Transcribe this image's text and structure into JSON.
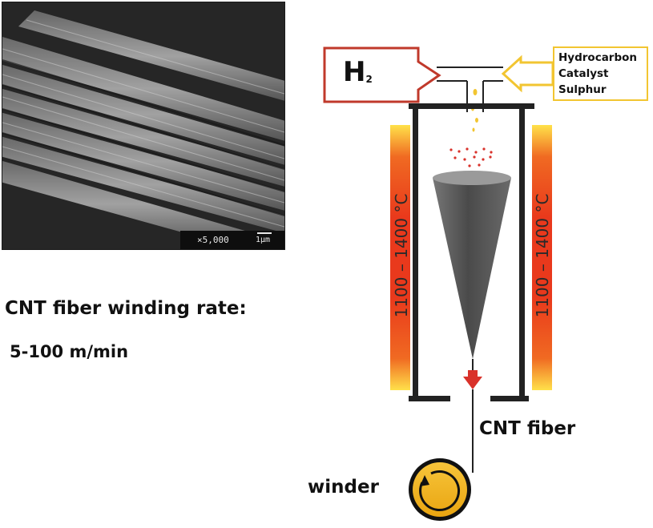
{
  "micrograph": {
    "magnification": "×5,000",
    "scale_bar_label": "1μm"
  },
  "winding_rate": {
    "title": "CNT fiber winding rate:",
    "value": "5-100 m/min"
  },
  "reactor": {
    "gas_inlet": "H₂",
    "gas_inlet_main": "H",
    "gas_inlet_sub": "2",
    "feedstock_inputs": [
      "Hydrocarbon",
      "Catalyst",
      "Sulphur"
    ],
    "temperature_range_left": "1100 – 1400 °C",
    "temperature_range_right": "1100 – 1400 °C",
    "output_label": "CNT fiber",
    "collector_label": "winder"
  },
  "colors": {
    "hydrogen_arrow": "#c0392b",
    "feedstock_arrow": "#f2c531",
    "heater_gradient_top": "#ffe14a",
    "heater_gradient_mid": "#e9391c",
    "cone": "#555555",
    "fiber_arrow": "#d9312a",
    "winder_fill": "#f5b417"
  }
}
